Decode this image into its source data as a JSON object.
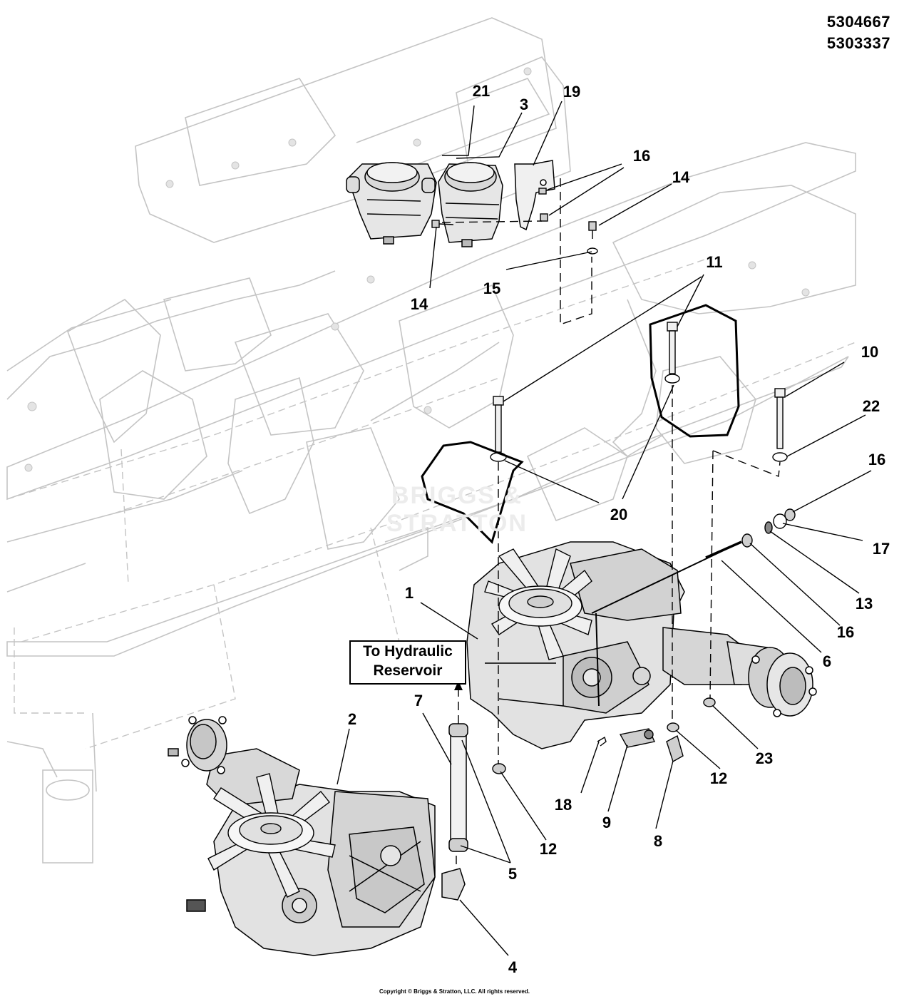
{
  "part_numbers": [
    "5304667",
    "5303337"
  ],
  "reservoir_label": [
    "To Hydraulic",
    "Reservoir"
  ],
  "watermark": "BRIGGS & STRATTON",
  "copyright": "Copyright © Briggs & Stratton, LLC. All rights reserved.",
  "callouts": [
    {
      "id": "c21",
      "text": "21"
    },
    {
      "id": "c3",
      "text": "3"
    },
    {
      "id": "c19",
      "text": "19"
    },
    {
      "id": "c16a",
      "text": "16"
    },
    {
      "id": "c14a",
      "text": "14"
    },
    {
      "id": "c15",
      "text": "15"
    },
    {
      "id": "c14b",
      "text": "14"
    },
    {
      "id": "c11",
      "text": "11"
    },
    {
      "id": "c10",
      "text": "10"
    },
    {
      "id": "c22",
      "text": "22"
    },
    {
      "id": "c16b",
      "text": "16"
    },
    {
      "id": "c20",
      "text": "20"
    },
    {
      "id": "c17",
      "text": "17"
    },
    {
      "id": "c13",
      "text": "13"
    },
    {
      "id": "c16c",
      "text": "16"
    },
    {
      "id": "c6",
      "text": "6"
    },
    {
      "id": "c1",
      "text": "1"
    },
    {
      "id": "c7",
      "text": "7"
    },
    {
      "id": "c2",
      "text": "2"
    },
    {
      "id": "c23",
      "text": "23"
    },
    {
      "id": "c12a",
      "text": "12"
    },
    {
      "id": "c18",
      "text": "18"
    },
    {
      "id": "c9",
      "text": "9"
    },
    {
      "id": "c8",
      "text": "8"
    },
    {
      "id": "c12b",
      "text": "12"
    },
    {
      "id": "c5",
      "text": "5"
    },
    {
      "id": "c4",
      "text": "4"
    }
  ]
}
